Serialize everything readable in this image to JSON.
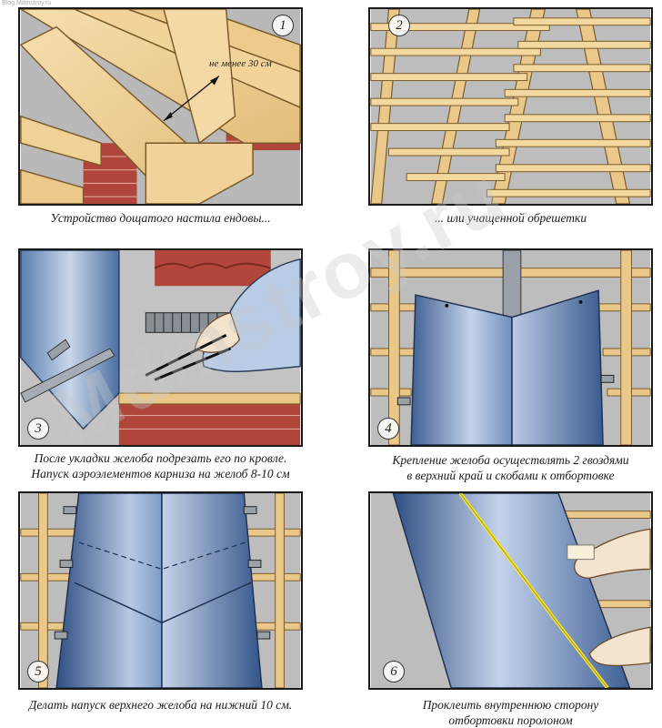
{
  "site_mark": "Blog.Mdmstroy.ru",
  "watermark": "Mdmstroy.ru",
  "measure_label": "не менее 30 см",
  "panels": [
    {
      "num": "1",
      "caption": "Устройство дощатого настила ендовы..."
    },
    {
      "num": "2",
      "caption": "... или учащенной обрешетки"
    },
    {
      "num": "3",
      "caption_l1": "После укладки желоба подрезать его по кровле.",
      "caption_l2": "Напуск аэроэлементов карниза на желоб 8-10 см"
    },
    {
      "num": "4",
      "caption_l1": "Крепление желоба осуществлять 2 гвоздями",
      "caption_l2": "в верхний край и скобами к отбортовке"
    },
    {
      "num": "5",
      "caption": "Делать напуск верхнего желоба на нижний 10 см."
    },
    {
      "num": "6",
      "caption_l1": "Проклеить внутреннюю сторону",
      "caption_l2": "отбортовки поролоном"
    }
  ]
}
